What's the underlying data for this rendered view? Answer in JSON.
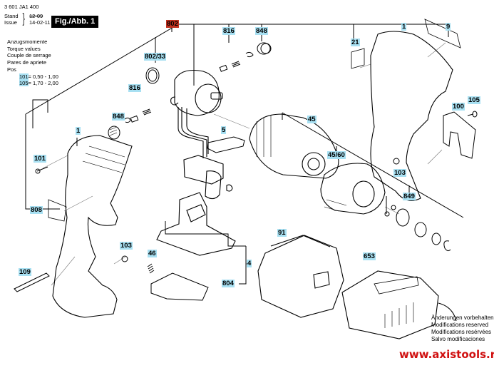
{
  "header": {
    "part_number": "3 601 JA1 400",
    "stand_label": "Stand",
    "issue_label": "Issue",
    "old_date": "12-09",
    "date": "14-02-11",
    "figure_label": "Fig./Abb. 1"
  },
  "torque": {
    "titles": [
      "Anzugsmomente",
      "Torque values",
      "Couple de serrage",
      "Pares de apriete"
    ],
    "pos_label": "Pos",
    "rows": [
      {
        "pos": "101",
        "eq": "=",
        "range": "0,50 - 1,00"
      },
      {
        "pos": "105",
        "eq": "=",
        "range": "1,70 - 2,00"
      }
    ]
  },
  "part_labels": {
    "p802": "802",
    "p802_33": "802/33",
    "p816_top": "816",
    "p848_top": "848",
    "p816_left": "816",
    "p848_left": "848",
    "p1_left": "1",
    "p101": "101",
    "p808": "808",
    "p103_left": "103",
    "p109": "109",
    "p5": "5",
    "p46": "46",
    "p4": "4",
    "p804": "804",
    "p45": "45",
    "p45_60": "45/60",
    "p21": "21",
    "p1_right": "1",
    "p9": "9",
    "p105": "105",
    "p100": "100",
    "p103_right": "103",
    "p849": "849",
    "p91": "91",
    "p653": "653"
  },
  "label_colors": {
    "standard": "#a8e0f2",
    "highlight": "#c0301e",
    "website": "#d01010"
  },
  "footer": {
    "modifications": [
      "Änderungen vorbehalten",
      "Modifications reserved",
      "Modifications resérvées",
      "Salvo modificaciones"
    ],
    "website": "www.axistools.ru"
  }
}
